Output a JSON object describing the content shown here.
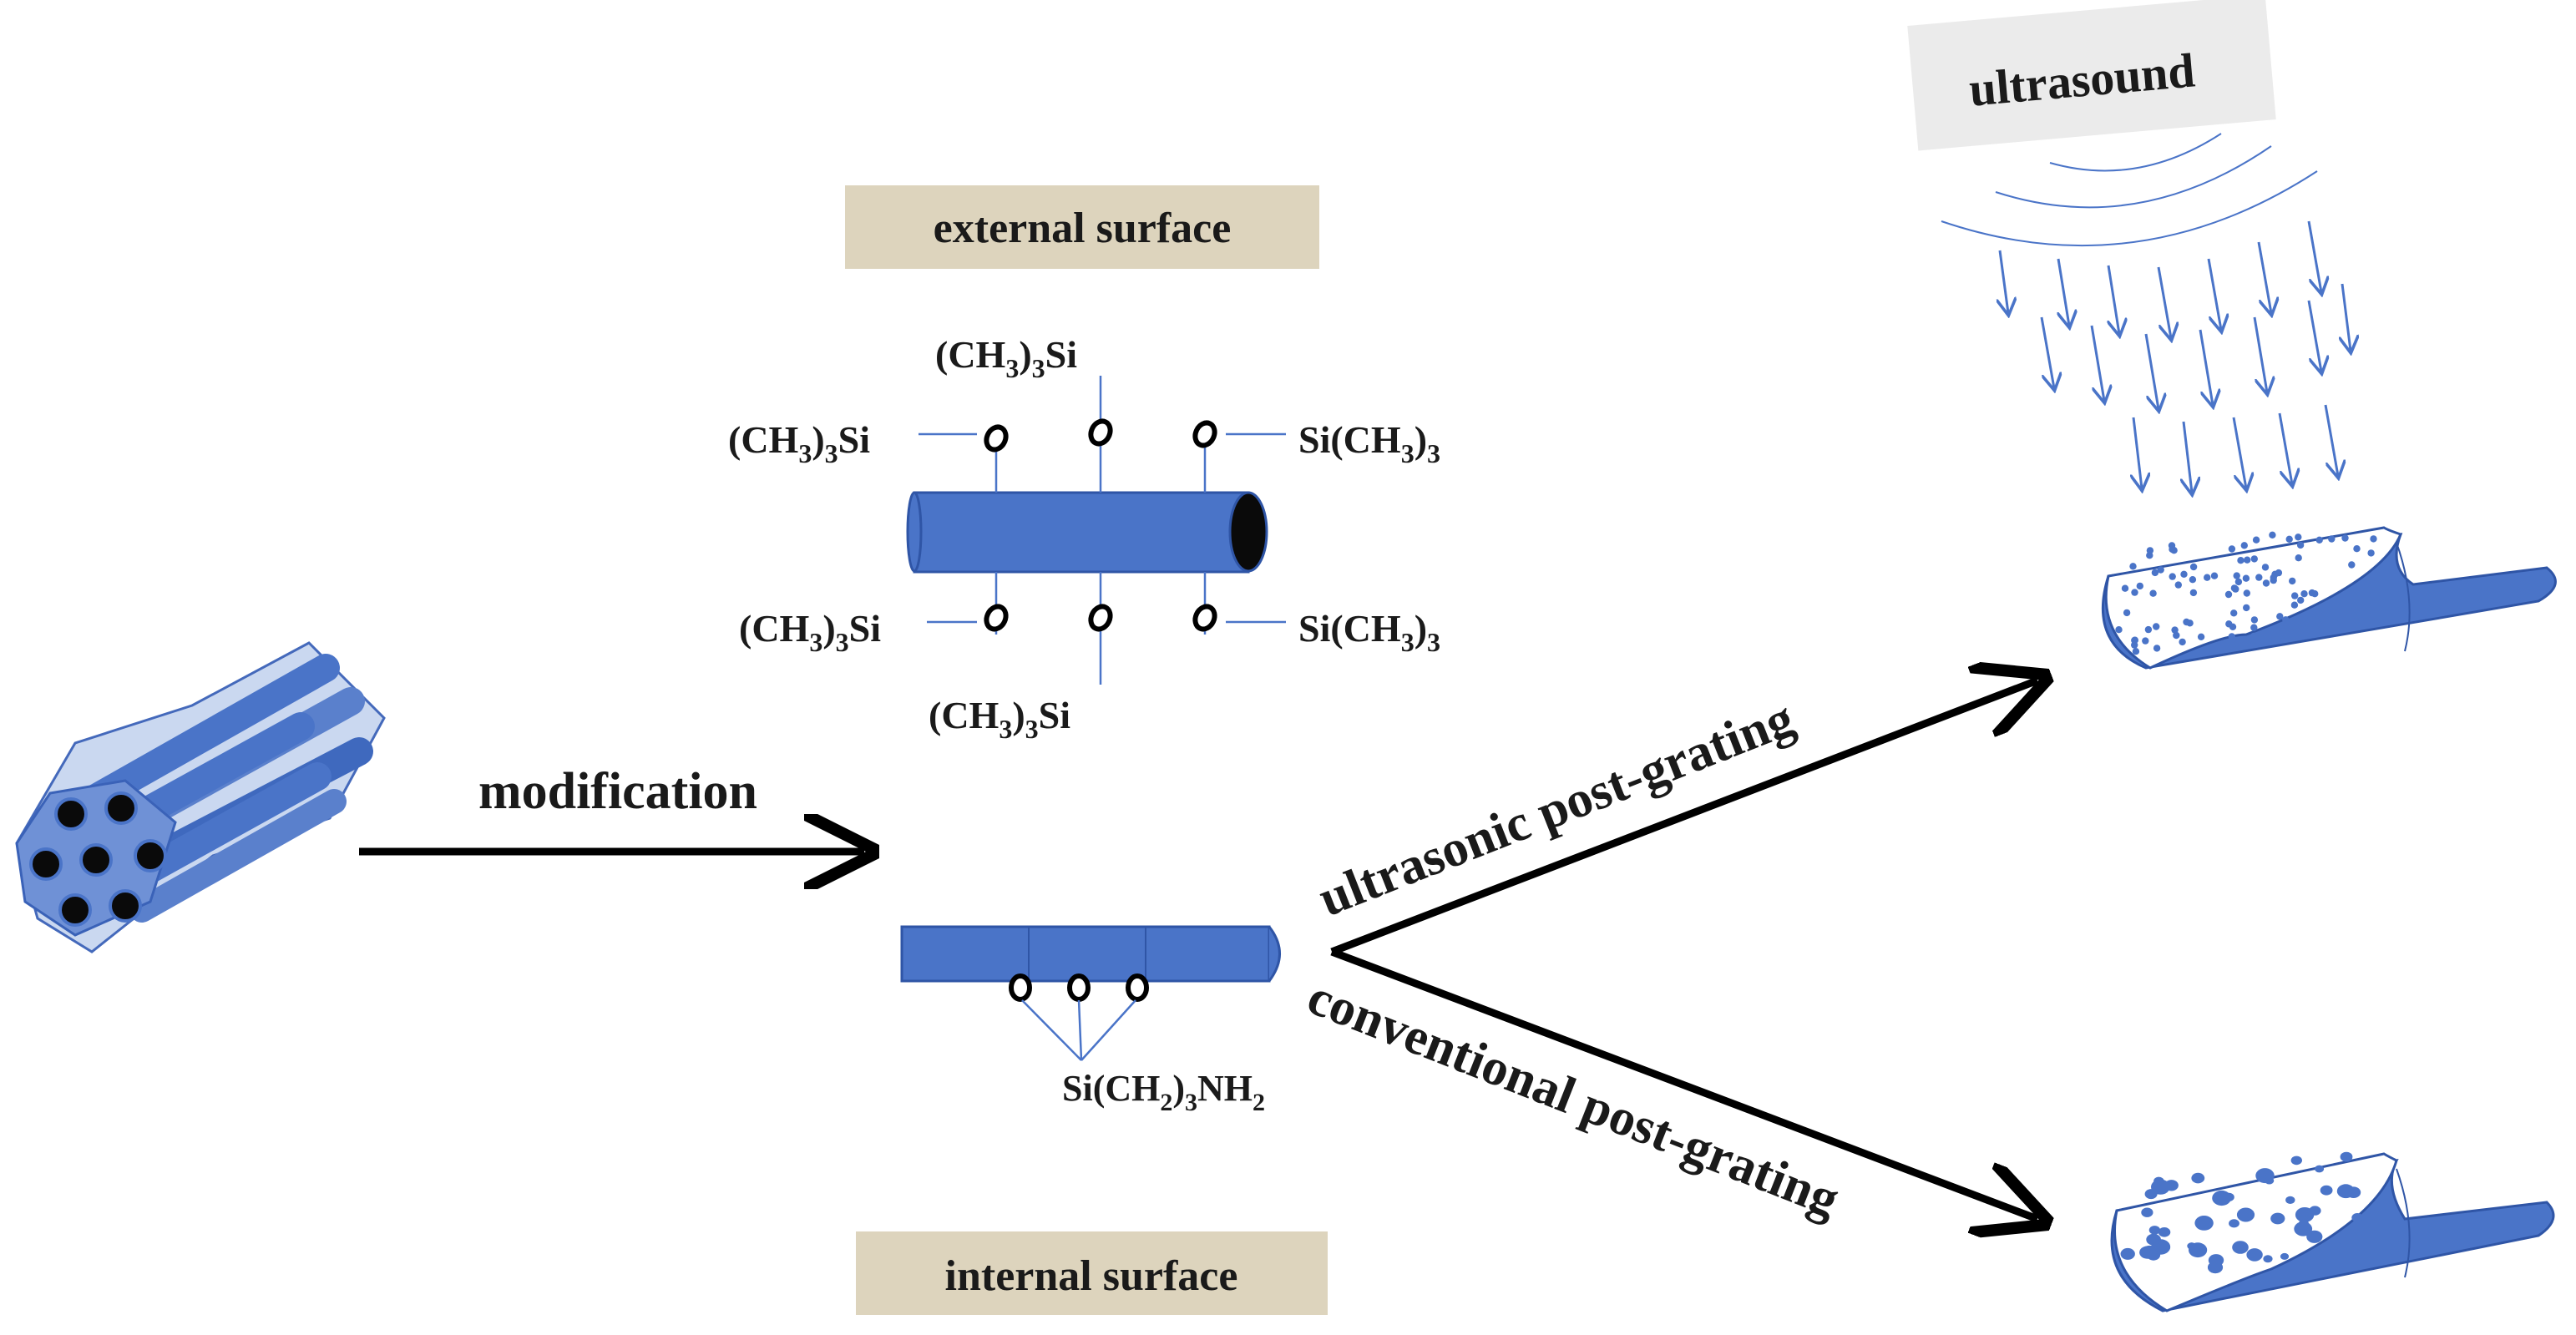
{
  "labels": {
    "external_surface": "external surface",
    "internal_surface": "internal surface",
    "modification": "modification",
    "ultrasonic": "ultrasonic post-grating",
    "conventional": "conventional post-grating",
    "ultrasound": "ultrasound"
  },
  "groups": {
    "top_center": "(CH",
    "left_upper": "(CH",
    "right_upper": "Si(CH",
    "left_lower": "(CH",
    "right_lower": "Si(CH",
    "bottom_center": "(CH",
    "amine": "Si(CH"
  },
  "subscripts": {
    "three": "3",
    "two": "2"
  },
  "parts": {
    "close_paren": ")",
    "si": "Si",
    "nh": "NH"
  },
  "colors": {
    "blue": "#4a74c8",
    "label_box": "#ddd4bd",
    "ultrasound_box": "#ebebeb"
  }
}
